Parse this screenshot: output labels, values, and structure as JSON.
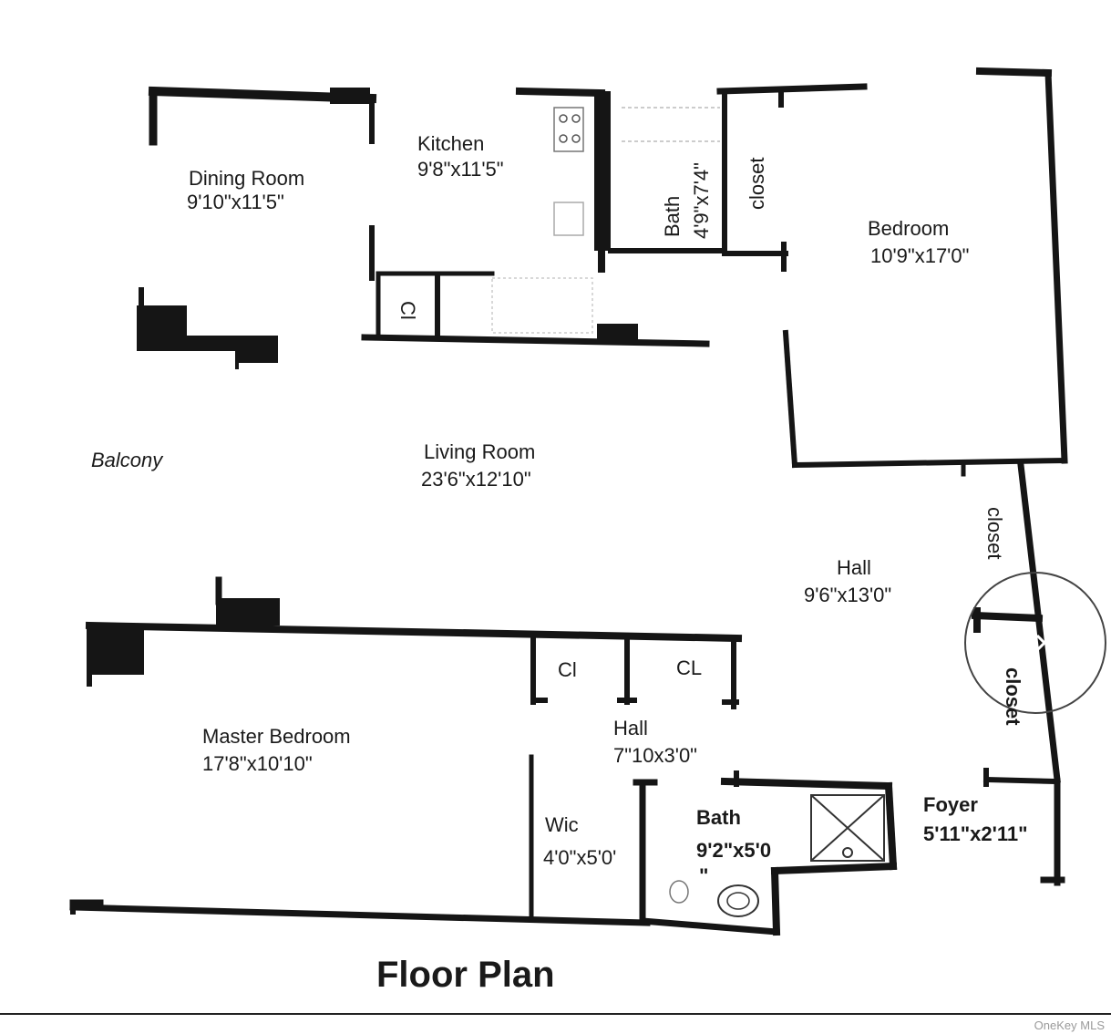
{
  "plan": {
    "title": "Floor Plan",
    "watermark": "OneKey MLS",
    "rooms": {
      "dining": {
        "name": "Dining Room",
        "dim": "9'10\"x11'5\""
      },
      "kitchen": {
        "name": "Kitchen",
        "dim": "9'8\"x11'5\""
      },
      "bath1": {
        "name": "Bath",
        "dim": "4'9\"x7'4\""
      },
      "closet_top": {
        "name": "closet"
      },
      "bedroom": {
        "name": "Bedroom",
        "dim": "10'9\"x17'0\""
      },
      "cl_kitchen": {
        "name": "Cl"
      },
      "balcony": {
        "name": "Balcony"
      },
      "living": {
        "name": "Living Room",
        "dim": "23'6\"x12'10\""
      },
      "closet_hall1": {
        "name": "closet"
      },
      "hall_main": {
        "name": "Hall",
        "dim": "9'6\"x13'0\""
      },
      "closet_hall2": {
        "name": "closet"
      },
      "master": {
        "name": "Master Bedroom",
        "dim": "17'8\"x10'10\""
      },
      "cl_a": {
        "name": "Cl"
      },
      "cl_b": {
        "name": "CL"
      },
      "hall_small": {
        "name": "Hall",
        "dim": "7\"10x3'0\""
      },
      "wic": {
        "name": "Wic",
        "dim": "4'0\"x5'0'"
      },
      "bath2": {
        "name": "Bath",
        "dim": "9'2\"x5'0",
        "dim_extra": "\""
      },
      "foyer": {
        "name": "Foyer",
        "dim": "5'11\"x2'11\""
      }
    }
  }
}
